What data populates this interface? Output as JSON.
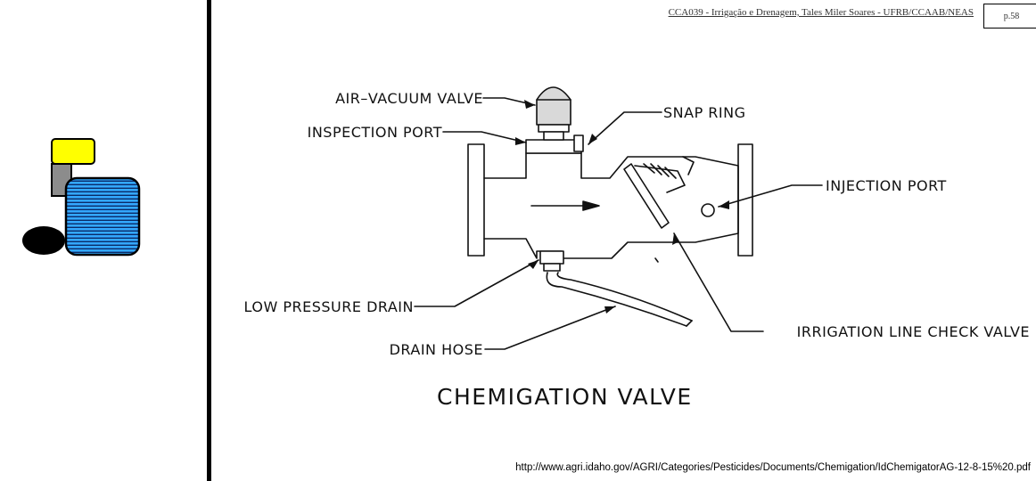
{
  "header": {
    "course_line": "CCA039 - Irrigação e Drenagem, Tales Miler Soares - UFRB/CCAAB/NEAS",
    "page_label": "p.58"
  },
  "diagram": {
    "title": "CHEMIGATION VALVE",
    "labels": {
      "air_vacuum_valve": "AIR–VACUUM VALVE",
      "inspection_port": "INSPECTION PORT",
      "snap_ring": "SNAP RING",
      "injection_port": "INJECTION PORT",
      "low_pressure_drain": "LOW PRESSURE DRAIN",
      "drain_hose": "DRAIN HOSE",
      "irrigation_line_check_valve": "IRRIGATION LINE CHECK VALVE"
    }
  },
  "footer": {
    "source_url": "http://www.agri.idaho.gov/AGRI/Categories/Pesticides/Documents/Chemigation/IdChemigatorAG-12-8-15%20.pdf"
  },
  "colors": {
    "logo_yellow": "#ffff00",
    "logo_blue": "#1e90ff",
    "logo_gray": "#8c8c8c",
    "divider": "#000000"
  },
  "icons": {
    "logo": "irrigation-logo-icon"
  }
}
